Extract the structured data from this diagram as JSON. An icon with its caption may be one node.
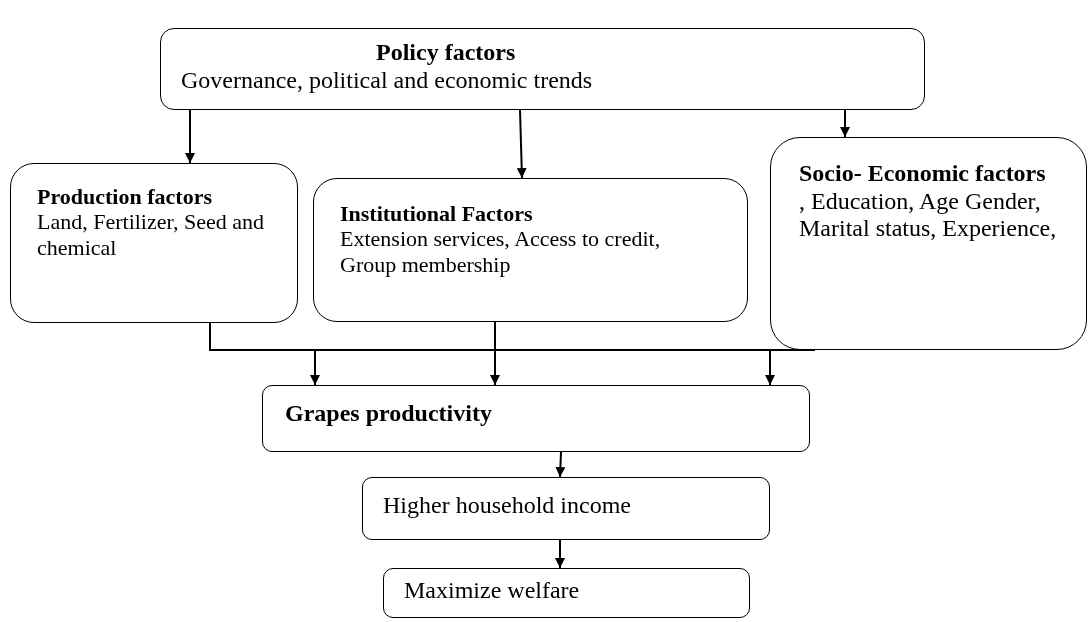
{
  "diagram": {
    "nodes": [
      {
        "text": [
          "Policy factors",
          "Governance, political and economic trends"
        ]
      },
      {
        "text": [
          "Production factors",
          "Land, Fertilizer, Seed and chemical"
        ]
      },
      {
        "text": [
          "Institutional Factors",
          "Extension services, Access to credit, Group membership"
        ]
      },
      {
        "text": [
          "Socio- Economic factors",
          ", Education, Age Gender, Marital status, Experience,"
        ]
      },
      {
        "text": [
          "Grapes productivity"
        ]
      },
      {
        "text": [
          "Higher household income"
        ]
      },
      {
        "text": [
          "Maximize welfare"
        ]
      }
    ],
    "edges": [
      {
        "from": 0,
        "to": 1,
        "arrow": "to"
      },
      {
        "from": 0,
        "to": 2,
        "arrow": "to"
      },
      {
        "from": 0,
        "to": 3,
        "arrow": "to"
      },
      {
        "from": 1,
        "to": 4,
        "arrow": "to"
      },
      {
        "from": 2,
        "to": 4,
        "arrow": "to"
      },
      {
        "from": 3,
        "to": 4,
        "arrow": "to"
      },
      {
        "from": 4,
        "to": 5,
        "arrow": "to"
      },
      {
        "from": 5,
        "to": 6,
        "arrow": "to"
      }
    ]
  }
}
